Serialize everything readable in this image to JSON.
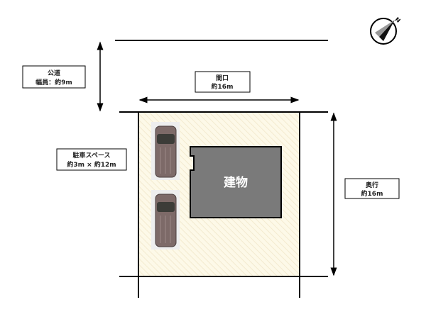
{
  "road": {
    "name": "公道",
    "width": "幅員：約9m"
  },
  "frontage": {
    "name": "間口",
    "value": "約16m"
  },
  "depth": {
    "name": "奥行",
    "value": "約16m"
  },
  "parking": {
    "name": "駐車スペース",
    "value": "約3m × 約12m"
  },
  "building": {
    "label": "建物"
  },
  "compass": {
    "north": "N"
  },
  "colors": {
    "lot_fill": "#fdf9e8",
    "building_fill": "#7a7a7a",
    "car": "#7d6a68"
  }
}
